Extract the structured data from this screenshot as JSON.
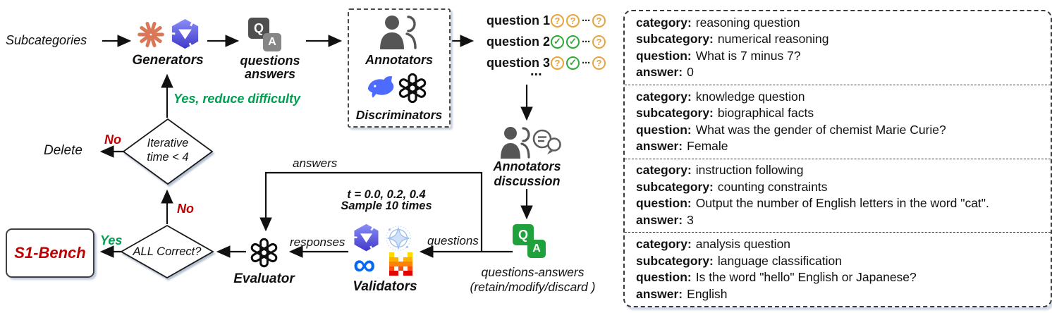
{
  "flow": {
    "subcategories": "Subcategories",
    "generators": "Generators",
    "qa_top": {
      "q": "Q",
      "a": "A",
      "line1": "questions",
      "line2": "answers"
    },
    "discriminators_box": {
      "annotators": "Annotators",
      "discriminators": "Discriminators"
    },
    "question_rows": [
      {
        "label": "question 1"
      },
      {
        "label": "question 2"
      },
      {
        "label": "question 3"
      }
    ],
    "more": "...",
    "annotators_discussion": {
      "line1": "Annotators",
      "line2": "discussion"
    },
    "qa_bottom": {
      "line1": "questions-answers",
      "line2": "(retain/modify/discard )"
    },
    "edges": {
      "answers": "answers",
      "questions": "questions",
      "responses": "responses",
      "yes": "Yes",
      "no": "No",
      "yes_reduce": "Yes, reduce difficulty"
    },
    "validators": {
      "title": "Validators",
      "t_line": "t = 0.0, 0.2, 0.4",
      "sample_line": "Sample 10 times"
    },
    "evaluator": "Evaluator",
    "decisions": {
      "all_correct": "ALL Correct?",
      "iterative_line1": "Iterative",
      "iterative_line2": "time < 4"
    },
    "s1_bench": "S1-Bench",
    "delete_label": "Delete"
  },
  "glyphs": {
    "question_mark": "?",
    "check": "✓",
    "ellipsis": "···",
    "infinity": "∞"
  },
  "colors": {
    "green_text": "#009e50",
    "red_text": "#c00000",
    "orange_mark": "#e8a33d",
    "check_mark": "#2ea836",
    "deepseek_blue": "#4d6bfe",
    "meta_blue": "#0867f0",
    "qa_green": "#1fa13c",
    "claude_coral": "#d97757",
    "qwen_indigo": "#4038c8"
  },
  "panel": {
    "labels": {
      "category": "category:",
      "subcategory": "subcategory:",
      "question": "question:",
      "answer": "answer:"
    },
    "examples": [
      {
        "category": "reasoning question",
        "subcategory": "numerical reasoning",
        "question": "What is 7 minus 7?",
        "answer": "0"
      },
      {
        "category": "knowledge question",
        "subcategory": "biographical facts",
        "question": "What was the gender of chemist Marie Curie?",
        "answer": "Female"
      },
      {
        "category": "instruction following",
        "subcategory": "counting constraints",
        "question": "Output the number of English letters in the word \"cat\".",
        "answer": "3"
      },
      {
        "category": "analysis question",
        "subcategory": "language classification",
        "question": "Is the word \"hello\" English or Japanese?",
        "answer": "English"
      }
    ]
  }
}
